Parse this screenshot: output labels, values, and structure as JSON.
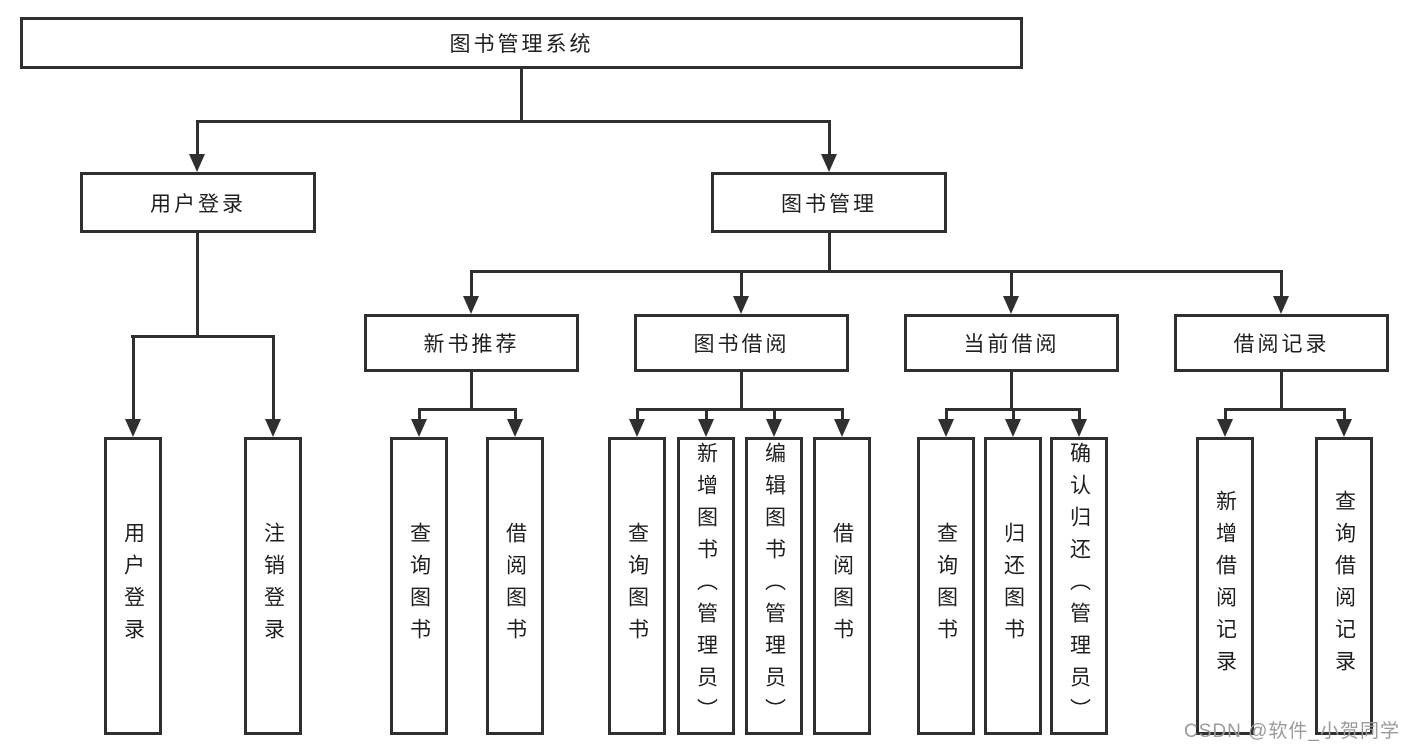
{
  "diagram": {
    "root": "图书管理系统",
    "branches": [
      {
        "label": "用户登录",
        "children": [
          {
            "label": "用户登录"
          },
          {
            "label": "注销登录"
          }
        ]
      },
      {
        "label": "图书管理",
        "children": [
          {
            "label": "新书推荐",
            "children": [
              {
                "label": "查询图书"
              },
              {
                "label": "借阅图书"
              }
            ]
          },
          {
            "label": "图书借阅",
            "children": [
              {
                "label": "查询图书"
              },
              {
                "label": "新增图书（管理员）"
              },
              {
                "label": "编辑图书（管理员）"
              },
              {
                "label": "借阅图书"
              }
            ]
          },
          {
            "label": "当前借阅",
            "children": [
              {
                "label": "查询图书"
              },
              {
                "label": "归还图书"
              },
              {
                "label": "确认归还（管理员）"
              }
            ]
          },
          {
            "label": "借阅记录",
            "children": [
              {
                "label": "新增借阅记录"
              },
              {
                "label": "查询借阅记录"
              }
            ]
          }
        ]
      }
    ]
  },
  "watermark": "CSDN @软件_小贺同学",
  "colors": {
    "line": "#2f2f2f",
    "box_border": "#2f2f2f",
    "text": "#1f1f1f",
    "watermark": "#9b9b9b",
    "background": "#ffffff"
  }
}
